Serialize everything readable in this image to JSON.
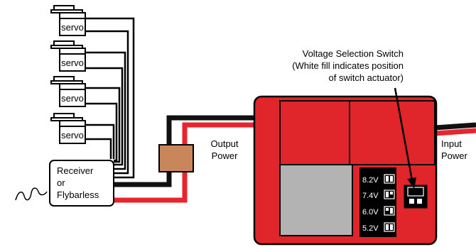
{
  "servo_label": "servo",
  "receiver": {
    "line1": "Receiver",
    "line2": "or",
    "line3": "Flybarless"
  },
  "output_power": {
    "line1": "Output",
    "line2": "Power"
  },
  "input_power": {
    "line1": "Input",
    "line2": "Power"
  },
  "callout": {
    "line1": "Voltage Selection Switch",
    "line2": "(White fill indicates position",
    "line3": "of switch actuator)"
  },
  "voltage_options": [
    {
      "label": "8.2V",
      "selected": false
    },
    {
      "label": "7.4V",
      "selected": false
    },
    {
      "label": "6.0V",
      "selected": false
    },
    {
      "label": "5.2V",
      "selected": true
    }
  ],
  "colors": {
    "regulator_body": "#e0252b",
    "regulator_dark": "#c0181e",
    "heatsink": "#b3b3b3",
    "connector": "#c8865a",
    "wire_red": "#e8252d",
    "wire_black": "#111111",
    "servo_fill": "#ffffff"
  }
}
